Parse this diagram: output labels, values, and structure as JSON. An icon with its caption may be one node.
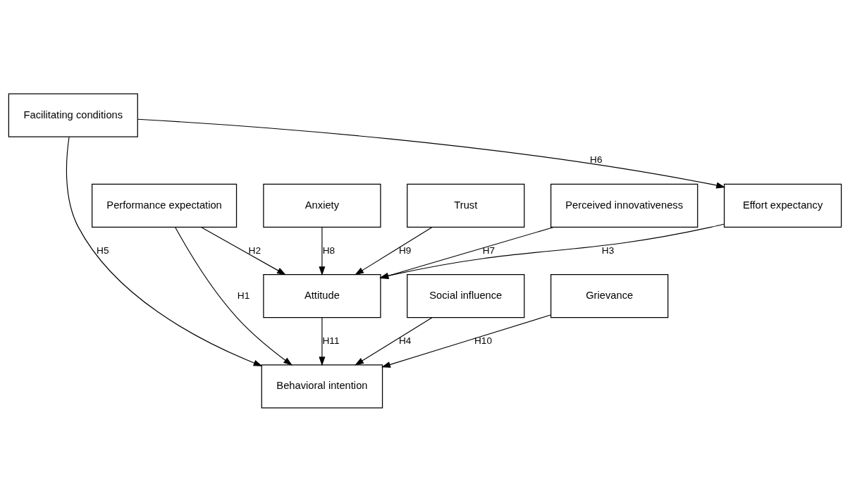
{
  "diagram": {
    "nodes": [
      {
        "text": [
          "Perceived innovativeness"
        ]
      },
      {
        "text": [
          "Anxiety"
        ]
      },
      {
        "text": [
          "Trust"
        ]
      },
      {
        "text": [
          "Effort expectancy"
        ]
      },
      {
        "text": [
          "Facilitating conditions"
        ]
      },
      {
        "text": [
          "Attitude"
        ]
      },
      {
        "text": [
          "Performance expectation"
        ]
      },
      {
        "text": [
          "Social influence"
        ]
      },
      {
        "text": [
          "Behavioral intention"
        ]
      },
      {
        "text": [
          "Grievance"
        ]
      }
    ],
    "edges": [
      {
        "from": 0,
        "to": 5,
        "arrow": "to",
        "label": "H7"
      },
      {
        "from": 1,
        "to": 5,
        "arrow": "to",
        "label": "H8"
      },
      {
        "from": 2,
        "to": 5,
        "arrow": "to",
        "label": "H9"
      },
      {
        "from": 3,
        "to": 5,
        "arrow": "to",
        "label": "H3"
      },
      {
        "from": 4,
        "to": 3,
        "arrow": "to",
        "label": "H6"
      },
      {
        "from": 6,
        "to": 5,
        "arrow": "to",
        "label": "H2"
      },
      {
        "from": 4,
        "to": 8,
        "arrow": "to",
        "label": "H5"
      },
      {
        "from": 5,
        "to": 8,
        "arrow": "to",
        "label": "H11"
      },
      {
        "from": 7,
        "to": 8,
        "arrow": "to",
        "label": "H4"
      },
      {
        "from": 9,
        "to": 8,
        "arrow": "to",
        "label": "H10"
      },
      {
        "from": 6,
        "to": 8,
        "arrow": "to",
        "label": "H1"
      }
    ]
  }
}
